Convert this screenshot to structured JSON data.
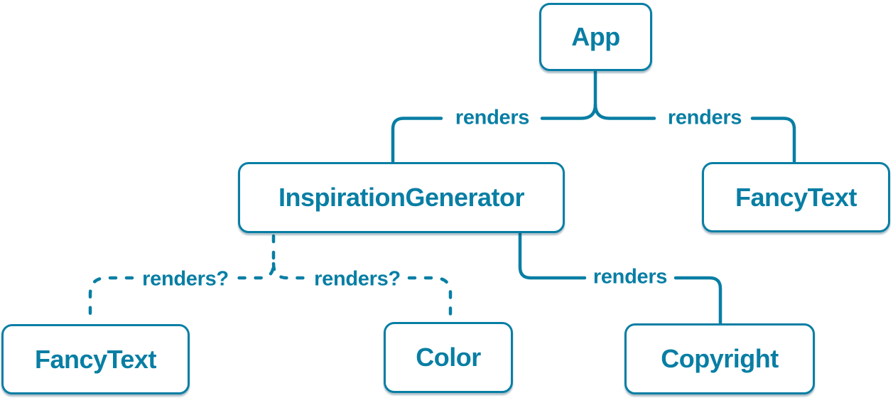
{
  "diagram": {
    "description": "React component render tree",
    "colors": {
      "accent": "#087ea4",
      "node_background": "#ffffff"
    },
    "nodes": [
      {
        "id": "app",
        "label": "App"
      },
      {
        "id": "inspiration-generator",
        "label": "InspirationGenerator"
      },
      {
        "id": "fancy-text-top",
        "label": "FancyText"
      },
      {
        "id": "fancy-text-bottom",
        "label": "FancyText"
      },
      {
        "id": "color",
        "label": "Color"
      },
      {
        "id": "copyright",
        "label": "Copyright"
      }
    ],
    "edges": [
      {
        "from": "App",
        "to": "InspirationGenerator",
        "label": "renders",
        "style": "solid"
      },
      {
        "from": "App",
        "to": "FancyText",
        "label": "renders",
        "style": "solid"
      },
      {
        "from": "InspirationGenerator",
        "to": "FancyText",
        "label": "renders?",
        "style": "dashed"
      },
      {
        "from": "InspirationGenerator",
        "to": "Color",
        "label": "renders?",
        "style": "dashed"
      },
      {
        "from": "InspirationGenerator",
        "to": "Copyright",
        "label": "renders",
        "style": "solid"
      }
    ]
  }
}
